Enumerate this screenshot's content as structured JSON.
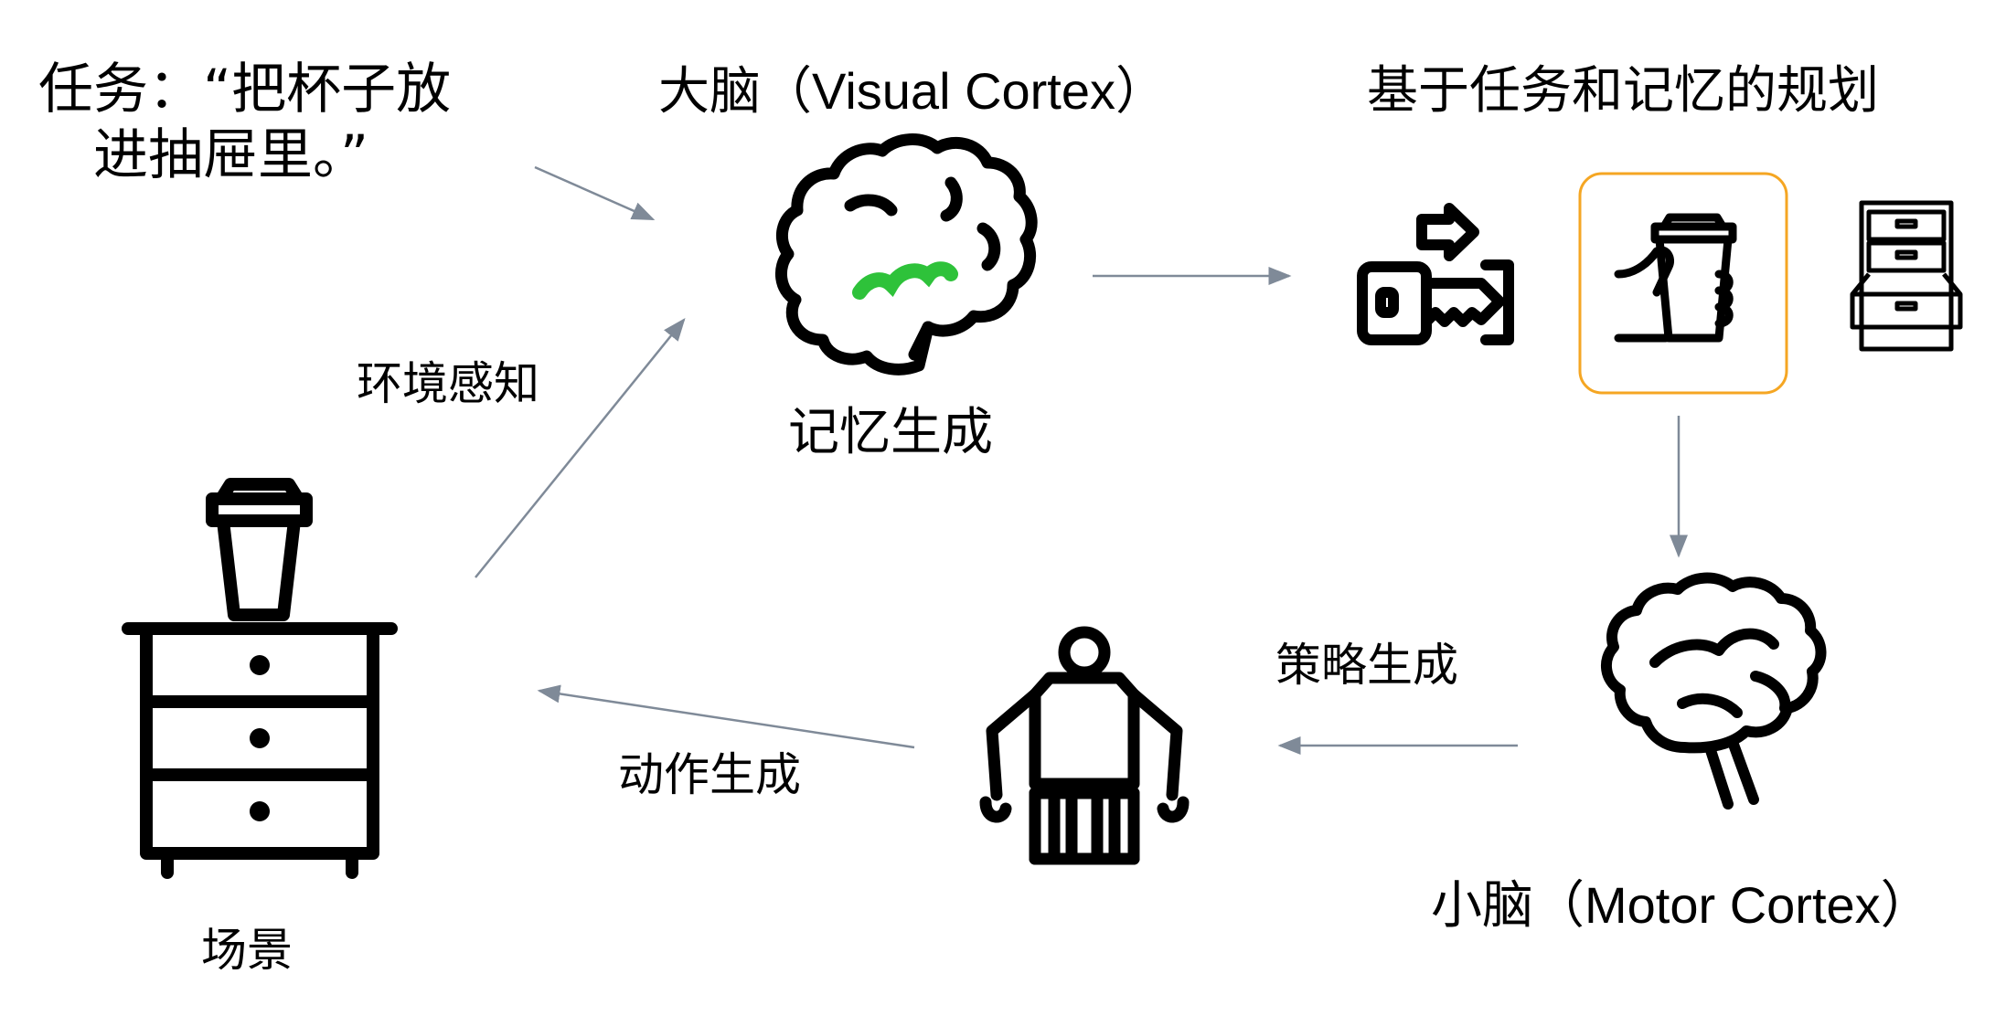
{
  "labels": {
    "task_line1": "任务：“把杯子放",
    "task_line2": "进抽屉里。”",
    "cerebrum": "大脑（Visual Cortex）",
    "planning": "基于任务和记忆的规划",
    "environment_perception": "环境感知",
    "memory_generation": "记忆生成",
    "policy_generation": "策略生成",
    "action_generation": "动作生成",
    "scene": "场景",
    "cerebellum": "小脑（Motor Cortex）"
  },
  "colors": {
    "arrow": "#7f8a98",
    "memory_highlight": "#2ec23a",
    "selected_border": "#f5a623",
    "icon": "#000000"
  },
  "icons": {
    "cerebrum": "brain-icon",
    "key": "key-icon",
    "hand_cup": "hand-holding-cup-icon",
    "cabinet": "file-cabinet-icon",
    "cerebellum": "brain-icon",
    "robot": "robot-icon",
    "nightstand": "nightstand-icon",
    "cup": "cup-icon"
  }
}
